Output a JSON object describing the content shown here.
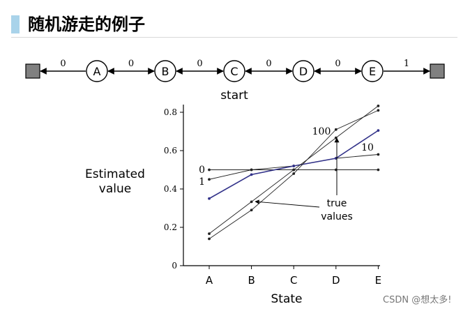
{
  "slide": {
    "title": "随机游走的例子",
    "title_accent_color": "#a9d3ea",
    "watermark": "CSDN @想太多!"
  },
  "chain": {
    "states": [
      "A",
      "B",
      "C",
      "D",
      "E"
    ],
    "rewards": [
      "0",
      "0",
      "0",
      "0",
      "0",
      "1"
    ],
    "start_label": "start",
    "terminal_color": "#808080"
  },
  "chart_data": {
    "type": "line",
    "categories": [
      "A",
      "B",
      "C",
      "D",
      "E"
    ],
    "xlabel": "State",
    "ylabel": "Estimated\nvalue",
    "ylim": [
      0,
      0.85
    ],
    "yticks": [
      0,
      0.2,
      0.4,
      0.6,
      0.8
    ],
    "series": [
      {
        "name": "0",
        "values": [
          0.5,
          0.5,
          0.5,
          0.5,
          0.5
        ],
        "color": "#222222"
      },
      {
        "name": "1",
        "values": [
          0.45,
          0.5,
          0.52,
          0.56,
          0.58
        ],
        "color": "#222222"
      },
      {
        "name": "10",
        "values": [
          0.35,
          0.475,
          0.52,
          0.56,
          0.705
        ],
        "color": "#33338a"
      },
      {
        "name": "100",
        "values": [
          0.14,
          0.29,
          0.48,
          0.71,
          0.81
        ],
        "color": "#222222"
      },
      {
        "name": "true values",
        "values": [
          0.1667,
          0.3333,
          0.5,
          0.6667,
          0.8333
        ],
        "color": "#222222"
      }
    ],
    "annotations": {
      "label_0": "0",
      "label_1": "1",
      "label_10": "10",
      "label_100": "100",
      "true_values": "true\nvalues"
    }
  }
}
